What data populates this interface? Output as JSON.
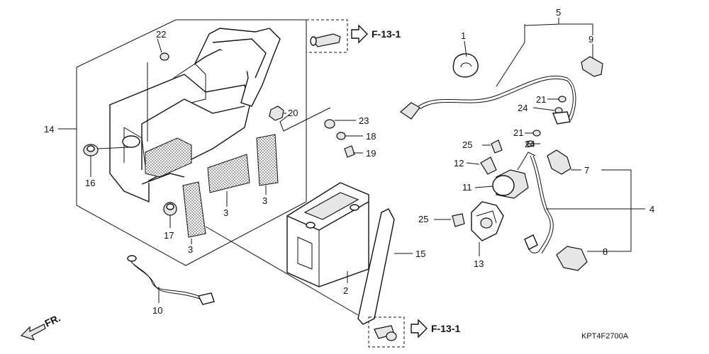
{
  "diagram": {
    "code": "KPT4F2700A",
    "front_label": "FR.",
    "callouts": [
      {
        "id": "c1",
        "text": "1"
      },
      {
        "id": "c2",
        "text": "2"
      },
      {
        "id": "c3a",
        "text": "3"
      },
      {
        "id": "c3b",
        "text": "3"
      },
      {
        "id": "c3c",
        "text": "3"
      },
      {
        "id": "c4",
        "text": "4"
      },
      {
        "id": "c5",
        "text": "5"
      },
      {
        "id": "c7",
        "text": "7"
      },
      {
        "id": "c8",
        "text": "8"
      },
      {
        "id": "c9",
        "text": "9"
      },
      {
        "id": "c10",
        "text": "10"
      },
      {
        "id": "c11",
        "text": "11"
      },
      {
        "id": "c12",
        "text": "12"
      },
      {
        "id": "c13",
        "text": "13"
      },
      {
        "id": "c14",
        "text": "14"
      },
      {
        "id": "c15",
        "text": "15"
      },
      {
        "id": "c16",
        "text": "16"
      },
      {
        "id": "c17",
        "text": "17"
      },
      {
        "id": "c18",
        "text": "18"
      },
      {
        "id": "c19",
        "text": "19"
      },
      {
        "id": "c20",
        "text": "20"
      },
      {
        "id": "c21a",
        "text": "21"
      },
      {
        "id": "c21b",
        "text": "21"
      },
      {
        "id": "c22",
        "text": "22"
      },
      {
        "id": "c23",
        "text": "23"
      },
      {
        "id": "c24a",
        "text": "24"
      },
      {
        "id": "c24b",
        "text": "24"
      },
      {
        "id": "c25a",
        "text": "25"
      },
      {
        "id": "c25b",
        "text": "25"
      }
    ],
    "references": [
      {
        "id": "ref-top",
        "text": "F-13-1"
      },
      {
        "id": "ref-bottom",
        "text": "F-13-1"
      }
    ]
  }
}
